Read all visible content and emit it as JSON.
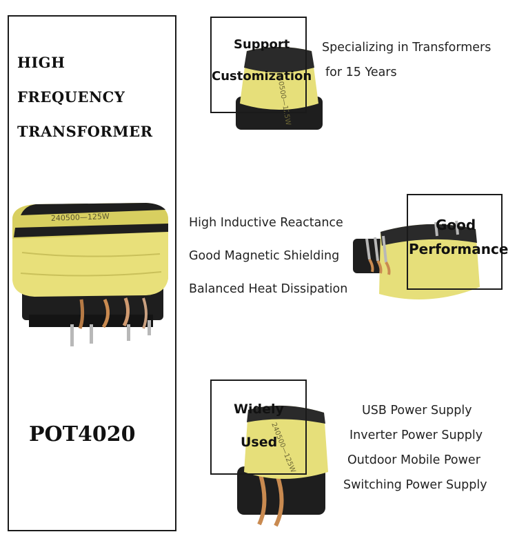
{
  "left_panel": {
    "title_lines": [
      "HIGH",
      "FREQUENCY",
      "TRANSFORMER"
    ],
    "model": "POT4020",
    "product_marking": "240500—125W"
  },
  "section_1": {
    "callout_lines": [
      "Support",
      "Customization"
    ],
    "product_marking": "240500—125W",
    "description_lines": [
      "Specializing in Transformers",
      "for 15 Years"
    ]
  },
  "section_2": {
    "callout_lines": [
      "Good",
      "Performance"
    ],
    "feature_lines": [
      "High Inductive Reactance",
      "Good Magnetic Shielding",
      "Balanced Heat Dissipation"
    ]
  },
  "section_3": {
    "callout_lines": [
      "Widely",
      "Used"
    ],
    "product_marking": "240500—125W",
    "application_lines": [
      "USB Power Supply",
      "Inverter Power Supply",
      "Outdoor Mobile Power",
      "Switching Power Supply"
    ]
  },
  "colors": {
    "tape_yellow": "#e8e07a",
    "core_black": "#1e1e1e",
    "frame_black": "#1a1a1a"
  }
}
